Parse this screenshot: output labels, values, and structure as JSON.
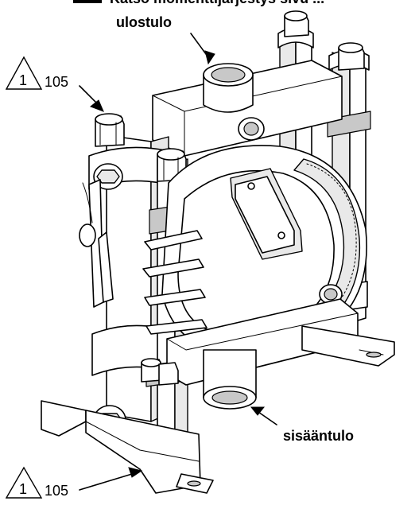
{
  "header": {
    "note_text": "Katso momenttijärjestys sivu ..."
  },
  "labels": {
    "outlet": "ulostulo",
    "inlet": "sisääntulo",
    "torque_top": "105",
    "torque_bottom": "105",
    "warning_number_top": "1",
    "warning_number_bottom": "1"
  }
}
